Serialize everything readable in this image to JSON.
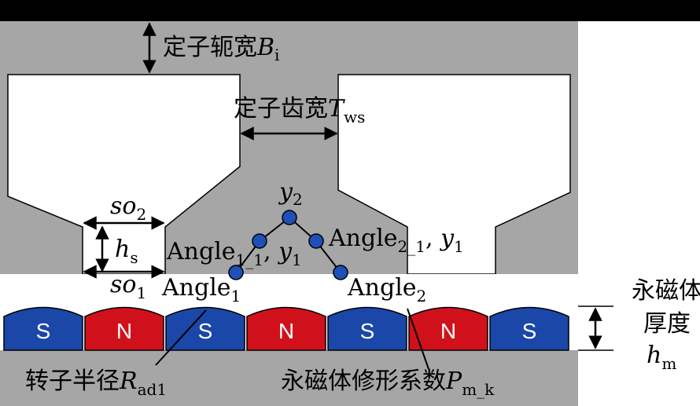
{
  "labels": {
    "yoke": {
      "text": "定子轭宽",
      "var": "B",
      "sub": "i"
    },
    "tooth": {
      "text": "定子齿宽",
      "var": "T",
      "sub": "ws"
    },
    "so2": {
      "var": "so",
      "sub": "2"
    },
    "so1": {
      "var": "so",
      "sub": "1"
    },
    "hs": {
      "var": "h",
      "sub": "s"
    },
    "y2": {
      "var": "y",
      "sub": "2"
    },
    "angle11": {
      "text": "Angle",
      "sub": "1_1",
      "rest": ", ",
      "var": "y",
      "sub2": "1"
    },
    "angle21": {
      "text": "Angle",
      "sub": "2_1",
      "rest": ", ",
      "var": "y",
      "sub2": "1"
    },
    "angle1": {
      "text": "Angle",
      "sub": "1"
    },
    "angle2": {
      "text": "Angle",
      "sub": "2"
    },
    "pm_thickness": {
      "line1": "永磁体",
      "line2": "厚度",
      "var": "h",
      "sub": "m"
    },
    "rotor_radius": {
      "text": "转子半径",
      "var": "R",
      "sub": "ad1"
    },
    "pm_shape": {
      "text": "永磁体修形系数",
      "var": "P",
      "sub": "m_k"
    }
  },
  "magnets": [
    "S",
    "N",
    "S",
    "N",
    "S",
    "N",
    "S"
  ],
  "colors": {
    "steel": "#a6a6a6",
    "north": "#d0111b",
    "south": "#1a47a8",
    "point": "#1f4fb8",
    "background_bar": "#000000"
  }
}
